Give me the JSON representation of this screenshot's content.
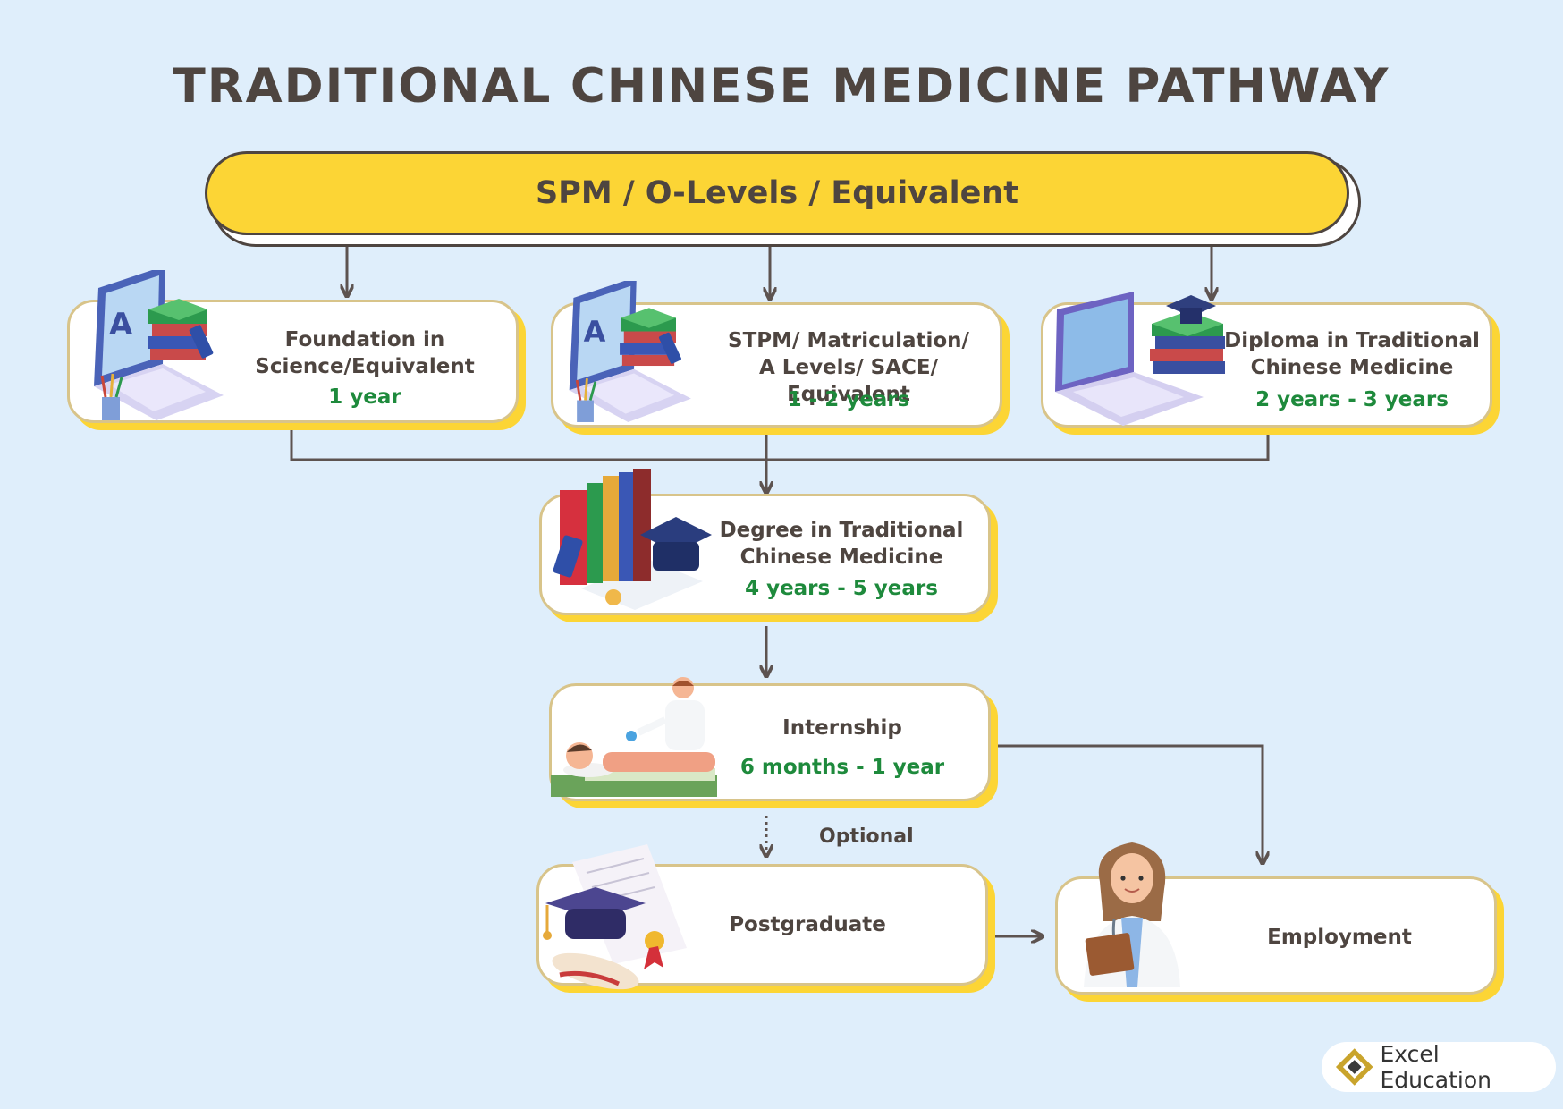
{
  "title": "TRADITIONAL CHINESE MEDICINE PATHWAY",
  "entry": "SPM / O-Levels / Equivalent",
  "stages": {
    "foundation": {
      "label_1": "Foundation in",
      "label_2": "Science/Equivalent",
      "duration": "1 year"
    },
    "stpm": {
      "label_1": "STPM/ Matriculation/",
      "label_2": "A Levels/ SACE/ Equivalent",
      "duration": "1 - 2 years"
    },
    "diploma": {
      "label_1": "Diploma in Traditional",
      "label_2": "Chinese Medicine",
      "duration": "2 years - 3 years"
    },
    "degree": {
      "label_1": "Degree in Traditional",
      "label_2": "Chinese Medicine",
      "duration": "4 years - 5 years"
    },
    "internship": {
      "label": "Internship",
      "duration": "6 months - 1 year"
    },
    "postgraduate": {
      "label": "Postgraduate"
    },
    "employment": {
      "label": "Employment"
    }
  },
  "optional_label": "Optional",
  "brand": "Excel Education",
  "colors": {
    "accent_yellow": "#fcd535",
    "text_dark": "#4e4540",
    "duration_green": "#1e8a3c",
    "background": "#dfeefb",
    "card_border": "#d8c48a"
  }
}
